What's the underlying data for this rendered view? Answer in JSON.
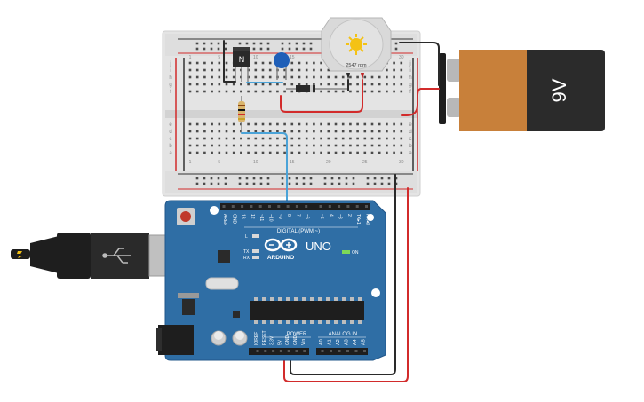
{
  "motor": {
    "rpm_label": "2547 rpm"
  },
  "battery": {
    "label": "9V",
    "colors": {
      "body": "#2b2b2b",
      "label": "#c8803a"
    }
  },
  "transistor": {
    "label": "N"
  },
  "breadboard": {
    "row_letters_top": [
      "j",
      "i",
      "h",
      "g",
      "f"
    ],
    "row_letters_bottom": [
      "e",
      "d",
      "c",
      "b",
      "a"
    ],
    "col_numbers": [
      "1",
      "5",
      "10",
      "15",
      "20",
      "25",
      "30"
    ]
  },
  "arduino": {
    "logo_text": "ARDUINO",
    "model": "UNO",
    "on_label": "ON",
    "led_labels": [
      "L",
      "TX",
      "RX"
    ],
    "digital_label": "DIGITAL (PWM ~)",
    "digital_pins": [
      "AREF",
      "GND",
      "13",
      "12",
      "~11",
      "~10",
      "~9",
      "8",
      "7",
      "~6",
      "~5",
      "4",
      "~3",
      "2",
      "TX▸1",
      "RX◂0"
    ],
    "power_label": "POWER",
    "power_pins": [
      "IOREF",
      "RESET",
      "3.3V",
      "5V",
      "GND",
      "GND",
      "Vin"
    ],
    "analog_label": "ANALOG IN",
    "analog_pins": [
      "A0",
      "A1",
      "A2",
      "A3",
      "A4",
      "A5"
    ],
    "colors": {
      "board": "#2f6ea5",
      "board_edge": "#22578a"
    }
  },
  "wires": {
    "colors": {
      "red": "#d22b2b",
      "black": "#2a2a2a",
      "blue": "#4aa3d8"
    }
  }
}
